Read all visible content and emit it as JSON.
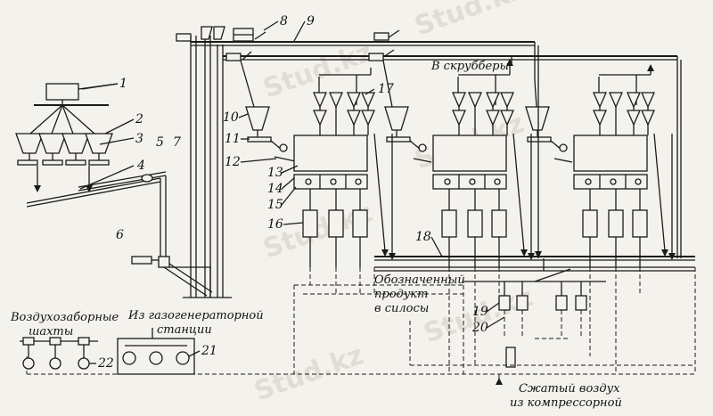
{
  "labels": {
    "to_scrubbers": "В скрубберы",
    "enriched_product_l1": "Обозначенный",
    "enriched_product_l2": "продукт",
    "enriched_product_l3": "в силосы",
    "air_intake_l1": "Воздухозаборные",
    "air_intake_l2": "шахты",
    "gas_station_l1": "Из газогенераторной",
    "gas_station_l2": "станции",
    "compressed_air_l1": "Сжатый воздух",
    "compressed_air_l2": "из компрессорной"
  },
  "numbers": {
    "n1": "1",
    "n2": "2",
    "n3": "3",
    "n4": "4",
    "n5": "5",
    "n6": "6",
    "n7": "7",
    "n8": "8",
    "n9": "9",
    "n10": "10",
    "n11": "11",
    "n12": "12",
    "n13": "13",
    "n14": "14",
    "n15": "15",
    "n16": "16",
    "n17": "17",
    "n18": "18",
    "n19": "19",
    "n20": "20",
    "n21": "21",
    "n22": "22"
  },
  "watermark": "Stud.kz"
}
